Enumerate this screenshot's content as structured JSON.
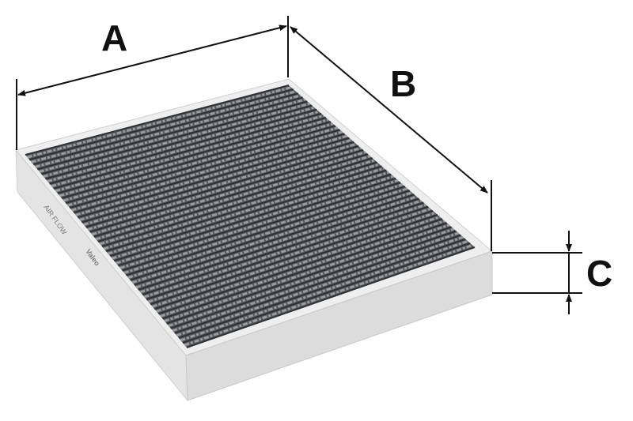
{
  "labels": {
    "a": "A",
    "b": "B",
    "c": "C"
  },
  "side_print": {
    "airflow": "AIR FLOW",
    "brand": "Valeo"
  },
  "colors": {
    "frame": "#e9e9e9",
    "frame_shadow": "#d6d6d6",
    "media": "#55585c",
    "pleat_light": "#9a9ca0",
    "pleat_dark": "#2f3134",
    "dimension_line": "#111111"
  },
  "pleat_count": 40
}
